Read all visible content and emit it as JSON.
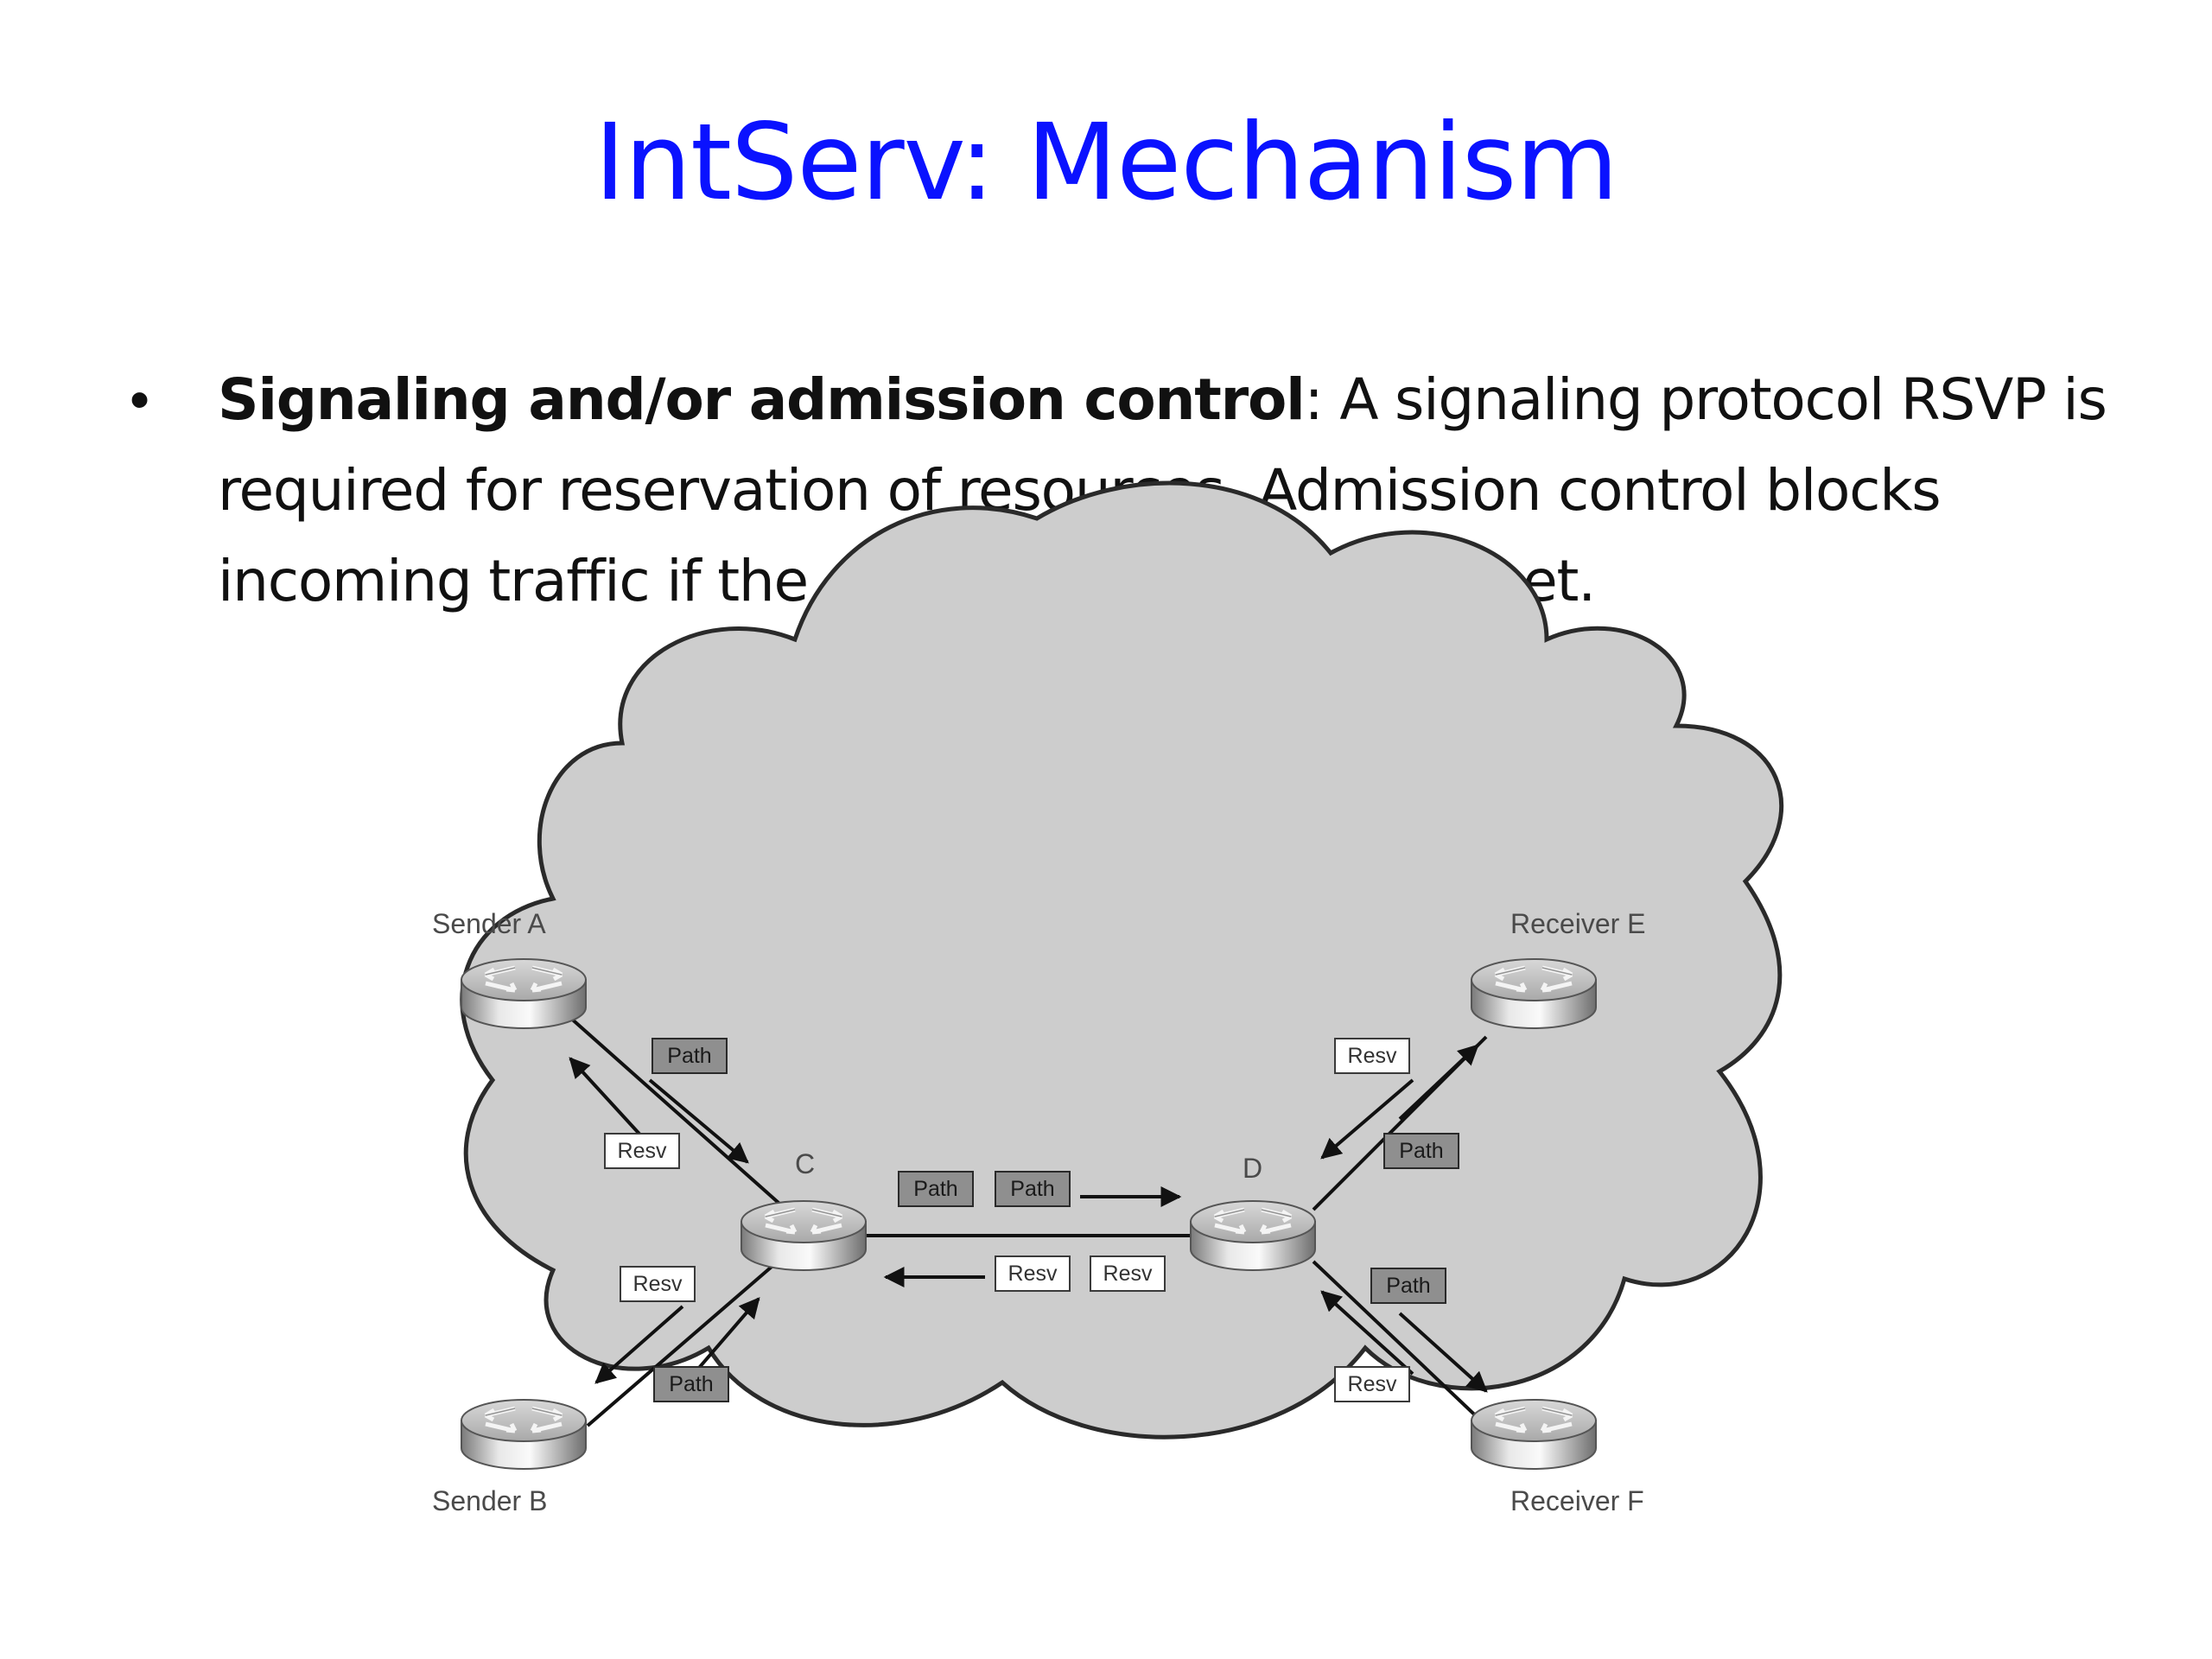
{
  "title": "IntServ: Mechanism",
  "bullet": {
    "term": "Signaling and/or admission control",
    "text": ": A signaling protocol RSVP is required for reservation of resources. Admission control blocks incoming traffic if the desired QoS cannot be met."
  },
  "diagram": {
    "nodes": {
      "sender_a": "Sender A",
      "sender_b": "Sender B",
      "c": "C",
      "d": "D",
      "receiver_e": "Receiver E",
      "receiver_f": "Receiver F"
    },
    "messages": {
      "path": "Path",
      "resv": "Resv"
    }
  },
  "colors": {
    "title": "#0a12ff",
    "cloud_fill": "#cdcdcd",
    "path_box": "#8f8f8f",
    "resv_box": "#ffffff"
  }
}
